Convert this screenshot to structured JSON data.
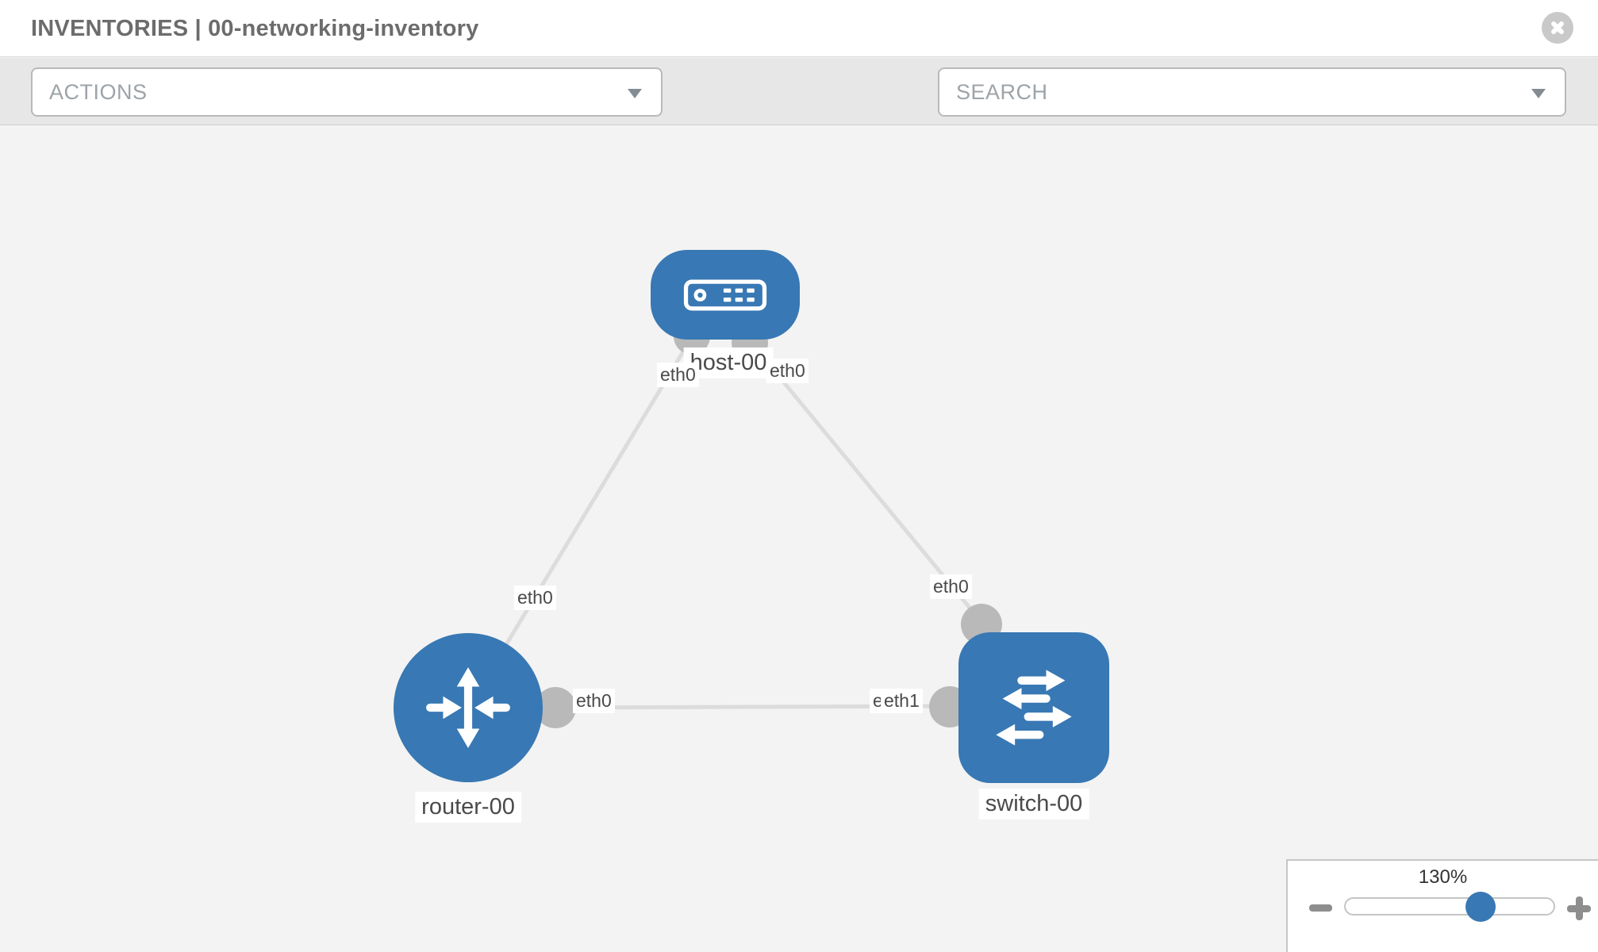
{
  "header": {
    "title": "INVENTORIES | 00-networking-inventory"
  },
  "toolbar": {
    "actions_label": "ACTIONS",
    "search_placeholder": "SEARCH",
    "icons": [
      "wrench-icon",
      "key-icon"
    ]
  },
  "canvas": {
    "nodes": [
      {
        "name": "host-00",
        "type": "host",
        "icon": "server-icon"
      },
      {
        "name": "router-00",
        "type": "router",
        "icon": "router-arrows-icon"
      },
      {
        "name": "switch-00",
        "type": "switch",
        "icon": "switch-arrows-icon"
      }
    ],
    "links": [
      {
        "from": "host-00",
        "from_interface": "eth0",
        "to": "router-00",
        "to_interface": "eth0"
      },
      {
        "from": "host-00",
        "from_interface": "eth0",
        "to": "switch-00",
        "to_interface": "eth0"
      },
      {
        "from": "router-00",
        "from_interface": "eth0",
        "to": "switch-00",
        "to_interface": "eth1"
      }
    ],
    "interface_labels": [
      {
        "text": "eth0",
        "at": "host-00 left"
      },
      {
        "text": "eth0",
        "at": "host-00 right"
      },
      {
        "text": "eth0",
        "at": "router-00 top link"
      },
      {
        "text": "eth0",
        "at": "switch-00 top link"
      },
      {
        "text": "eth0",
        "at": "router-00 right"
      },
      {
        "text": "eth0",
        "at": "switch-00 left (overlapped)"
      },
      {
        "text": "eth1",
        "at": "switch-00 left"
      }
    ]
  },
  "zoom_control": {
    "percent": "130%"
  },
  "colors": {
    "node_blue": "#3878b4",
    "link_gray": "#dcdcdc",
    "endpoint_gray": "#b9b9b9",
    "toolbar_gray": "#e7e7e7",
    "canvas_gray": "#f3f3f3"
  }
}
